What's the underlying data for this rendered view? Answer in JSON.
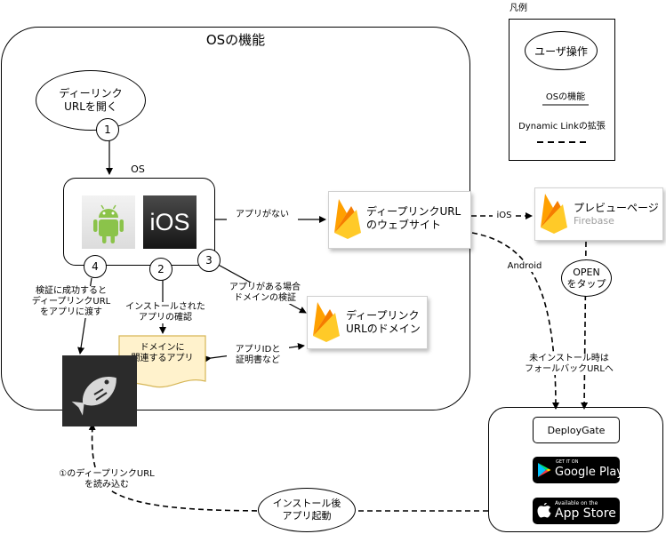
{
  "os_group": {
    "title": "OSの機能"
  },
  "os_box": {
    "label": "OS",
    "ios_text": "iOS"
  },
  "open_link": {
    "line1": "ディーリンク",
    "line2": "URLを開く"
  },
  "steps": [
    "1",
    "2",
    "3",
    "4"
  ],
  "arrows": {
    "no_app": "アプリがない",
    "has_app_1": "アプリがある場合",
    "has_app_2": "ドメインの検証",
    "installed_1": "インストールされた",
    "installed_2": "アプリの確認",
    "verified_1": "検証に成功すると",
    "verified_2": "ディープリンクURL",
    "verified_3": "をアプリに渡す",
    "appid_1": "アプリIDと",
    "appid_2": "証明書など",
    "ios": "iOS",
    "android": "Android",
    "fallback_1": "未インストール時は",
    "fallback_2": "フォールバックURLへ",
    "read_1": "①のディープリンクURL",
    "read_2": "を読み込む"
  },
  "domain_doc": {
    "line1": "ドメインに",
    "line2": "関連するアプリ"
  },
  "website": {
    "line1": "ディープリンクURL",
    "line2": "のウェブサイト"
  },
  "preview": {
    "title": "プレビューページ",
    "subtitle": "Firebase"
  },
  "link_domain": {
    "line1": "ディープリンク",
    "line2": "URLのドメイン"
  },
  "open_tap": {
    "line1": "OPEN",
    "line2": "をタップ"
  },
  "install_launch": {
    "line1": "インストール後",
    "line2": "アプリ起動"
  },
  "stores": {
    "deploygate": "DeployGate",
    "google_small": "GET IT ON",
    "google_big": "Google Play",
    "apple_small": "Available on the",
    "apple_big": "App Store"
  },
  "legend": {
    "title": "凡例",
    "user_action": "ユーザ操作",
    "os_feature": "OSの機能",
    "dynamic_link": "Dynamic Linkの拡張"
  },
  "colors": {
    "firebase_yellow": "#FFCA28",
    "firebase_amber": "#FFA000",
    "firebase_orange": "#F57C00",
    "android_green": "#8BC34A",
    "doc_fill": "#FFF2CC",
    "doc_border": "#D6B656"
  },
  "icons": [
    "android-icon",
    "ios-icon",
    "firebase-icon",
    "fish-app-icon",
    "google-play-icon",
    "apple-icon"
  ]
}
